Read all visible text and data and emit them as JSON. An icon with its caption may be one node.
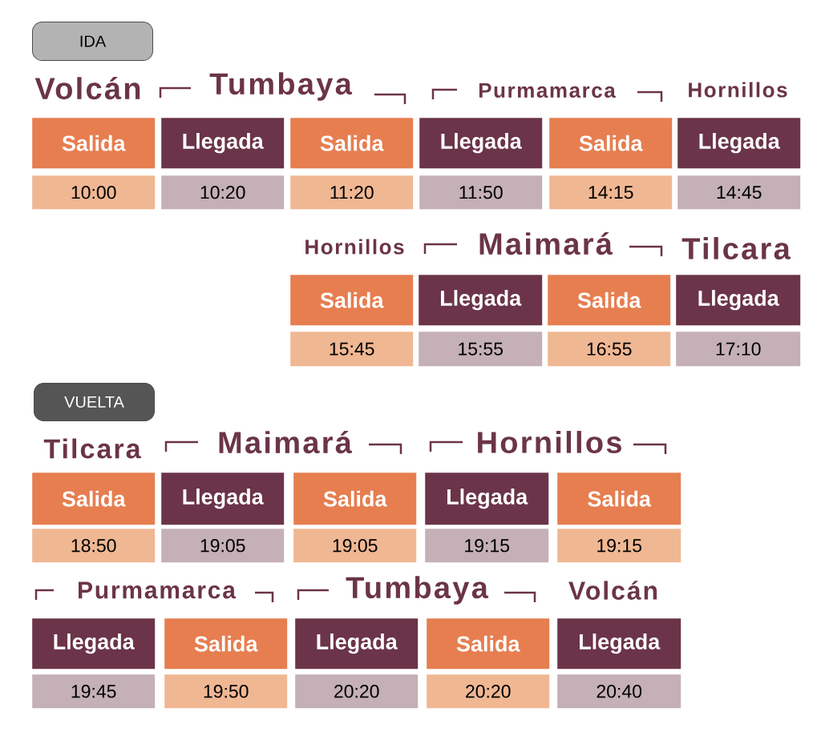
{
  "diagram": {
    "nodes": [
      {
        "text": [
          "IDA"
        ]
      },
      {
        "text": [
          "Salida"
        ]
      },
      {
        "text": [
          "Llegada"
        ]
      },
      {
        "text": [
          "Salida"
        ]
      },
      {
        "text": [
          "Llegada"
        ]
      },
      {
        "text": [
          "Salida"
        ]
      },
      {
        "text": [
          "Llegada"
        ]
      },
      {
        "text": [
          "10:00"
        ]
      },
      {
        "text": [
          "10:20"
        ]
      },
      {
        "text": [
          "11:20"
        ]
      },
      {
        "text": [
          "11:50"
        ]
      },
      {
        "text": [
          "14:15"
        ]
      },
      {
        "text": [
          "14:45"
        ]
      },
      {
        "text": [
          "Salida"
        ]
      },
      {
        "text": [
          "Llegada"
        ]
      },
      {
        "text": [
          "Salida"
        ]
      },
      {
        "text": [
          "Llegada"
        ]
      },
      {
        "text": [
          "15:45"
        ]
      },
      {
        "text": [
          "15:55"
        ]
      },
      {
        "text": [
          "16:55"
        ]
      },
      {
        "text": [
          "17:10"
        ]
      },
      {
        "text": [
          "VUELTA"
        ]
      },
      {
        "text": [
          "Salida"
        ]
      },
      {
        "text": [
          "Llegada"
        ]
      },
      {
        "text": [
          "Salida"
        ]
      },
      {
        "text": [
          "Llegada"
        ]
      },
      {
        "text": [
          "Salida"
        ]
      },
      {
        "text": [
          "18:50"
        ]
      },
      {
        "text": [
          "19:05"
        ]
      },
      {
        "text": [
          "19:05"
        ]
      },
      {
        "text": [
          "19:15"
        ]
      },
      {
        "text": [
          "19:15"
        ]
      },
      {
        "text": [
          "Llegada"
        ]
      },
      {
        "text": [
          "Salida"
        ]
      },
      {
        "text": [
          "Llegada"
        ]
      },
      {
        "text": [
          "Salida"
        ]
      },
      {
        "text": [
          "Llegada"
        ]
      },
      {
        "text": [
          "19:45"
        ]
      },
      {
        "text": [
          "19:50"
        ]
      },
      {
        "text": [
          "20:20"
        ]
      },
      {
        "text": [
          "20:20"
        ]
      },
      {
        "text": [
          "20:40"
        ]
      }
    ],
    "labels": [
      "Volcán",
      "Tumbaya",
      "Purmamarca",
      "Hornillos",
      "Hornillos",
      "Maimará",
      "Tilcara",
      "Tilcara",
      "Maimará",
      "Hornillos",
      "Purmamarca",
      "Tumbaya",
      "Volcán"
    ]
  }
}
